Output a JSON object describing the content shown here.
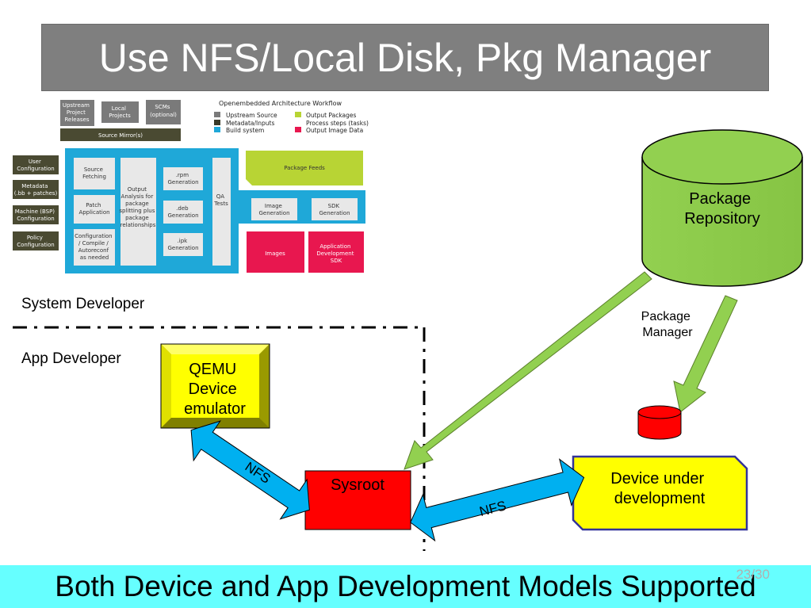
{
  "title": "Use NFS/Local Disk, Pkg Manager",
  "footer": {
    "text": "Both Device and App Development Models Supported",
    "slide_number": "23/30"
  },
  "oe_workflow": {
    "heading": "Openembedded Architecture Workflow",
    "legend": [
      "Upstream Source",
      "Output Packages",
      "Metadata/Inputs",
      "Process steps (tasks)",
      "Build system",
      "Output Image Data"
    ],
    "upstream_project_releases": [
      "Upstream",
      "Project",
      "Releases"
    ],
    "local_projects": [
      "Local",
      "Projects"
    ],
    "scms": [
      "SCMs",
      "(optional)"
    ],
    "source_mirrors": "Source Mirror(s)",
    "user_configuration": [
      "User",
      "Configuration"
    ],
    "metadata": [
      "Metadata",
      "(.bb + patches)"
    ],
    "machine_configuration": [
      "Machine (BSP)",
      "Configuration"
    ],
    "policy_configuration": [
      "Policy",
      "Configuration"
    ],
    "source_fetching": [
      "Source",
      "Fetching"
    ],
    "patch_application": [
      "Patch",
      "Application"
    ],
    "configuration_compile": [
      "Configuration",
      "/ Compile /",
      "Autoreconf",
      "as needed"
    ],
    "output_analysis": [
      "Output",
      "Analysis for",
      "package",
      "splitting plus",
      "package",
      "relationships"
    ],
    "rpm_generation": [
      ".rpm",
      "Generation"
    ],
    "deb_generation": [
      ".deb",
      "Generation"
    ],
    "ipk_generation": [
      ".ipk",
      "Generation"
    ],
    "qa_tests": [
      "QA",
      "Tests"
    ],
    "package_feeds": "Package Feeds",
    "image_generation": [
      "Image",
      "Generation"
    ],
    "sdk_generation": [
      "SDK",
      "Generation"
    ],
    "images": "Images",
    "application_sdk": [
      "Application",
      "Development",
      "SDK"
    ]
  },
  "labels": {
    "system_developer": "System Developer",
    "app_developer": "App Developer",
    "package_manager": [
      "Package",
      "Manager"
    ],
    "nfs_left": "NFS",
    "nfs_bottom": "NFS"
  },
  "nodes": {
    "qemu": [
      "QEMU",
      "Device",
      "emulator"
    ],
    "sysroot": "Sysroot",
    "device": [
      "Device under",
      "development"
    ],
    "package_repository": [
      "Package",
      "Repository"
    ]
  },
  "colors": {
    "title_bg": "#7f7f7f",
    "footer_bg": "#66ffff",
    "green": "#92d050",
    "yellow": "#ffff00",
    "red": "#ff0000",
    "blue": "#00b0f0",
    "oe_blue": "#1fa8d8",
    "oe_dark": "#4a4a32",
    "oe_green": "#b8d434",
    "oe_red": "#e8174f"
  }
}
